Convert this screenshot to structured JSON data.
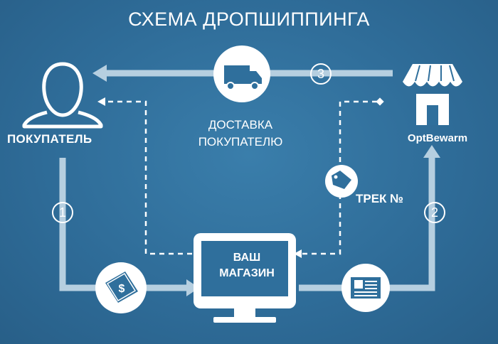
{
  "title": "СХЕМА ДРОПШИППИНГА",
  "nodes": {
    "buyer": {
      "label": "ПОКУПАТЕЛЬ",
      "icon": "person-icon"
    },
    "supplier": {
      "label": "OptBewarm",
      "icon": "store-icon"
    },
    "delivery": {
      "label": "ДОСТАВКА ПОКУПАТЕЛЮ",
      "icon": "truck-icon"
    },
    "shop": {
      "label": "ВАШ МАГАЗИН",
      "icon": "monitor-icon"
    },
    "payment": {
      "icon": "money-icon"
    },
    "order": {
      "icon": "document-icon"
    },
    "track": {
      "label": "ТРЕК №",
      "icon": "tag-icon"
    }
  },
  "steps": [
    "1",
    "2",
    "3"
  ],
  "colors": {
    "background": "#2f6f9c",
    "flow_line": "#b6cfe0",
    "icon_circle": "#ffffff",
    "icon_fill": "#2f6f9c"
  }
}
